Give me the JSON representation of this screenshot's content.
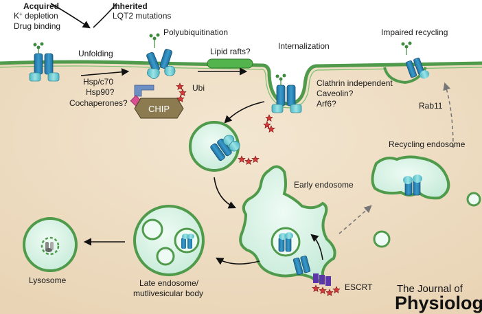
{
  "labels": {
    "acquired_title": "Acquired",
    "acquired_k": "K",
    "acquired_k_sup": "+",
    "acquired_k_rest": " depletion",
    "acquired_line2": "Drug binding",
    "inherited_title": "Inherited",
    "inherited_line1": "LQT2 mutations",
    "unfolding": "Unfolding",
    "polyubiquitination": "Polyubiquitination",
    "lipid_rafts": "Lipid rafts?",
    "internalization": "Internalization",
    "impaired_recycling": "Impaired recycling",
    "hsp_c70": "Hsp/c70",
    "hsp90": "Hsp90?",
    "cochaperones": "Cochaperones?",
    "ubi": "Ubi",
    "chip": "CHIP",
    "clathrin_independent": "Clathrin independent",
    "caveolin": "Caveolin?",
    "arf6": "Arf6?",
    "rab11": "Rab11",
    "recycling_endosome": "Recycling endosome",
    "early_endosome": "Early endosome",
    "lysosome": "Lysosome",
    "late_endosome_line1": "Late endosome/",
    "late_endosome_line2": "mutlivesicular body",
    "escrt": "ESCRT"
  },
  "journal": {
    "line1": "The Journal of",
    "line2": "Physiology"
  },
  "colors": {
    "cytoplasm": "#eedcc2",
    "membrane": "#4f9a4b",
    "vesicle_fill": "#d5f1e4",
    "channel_blue": "#2b86b4",
    "channel_cyan": "#78d0d8",
    "ubiquitin_red": "#d23a3a",
    "chip_box": "#8c7a50",
    "hsp_blue": "#6e8fc4",
    "hsp_pink": "#d94f92",
    "lipid_raft": "#53b34c",
    "escrt_purple": "#5a36a8",
    "sugar_green": "#3e8a3e"
  }
}
